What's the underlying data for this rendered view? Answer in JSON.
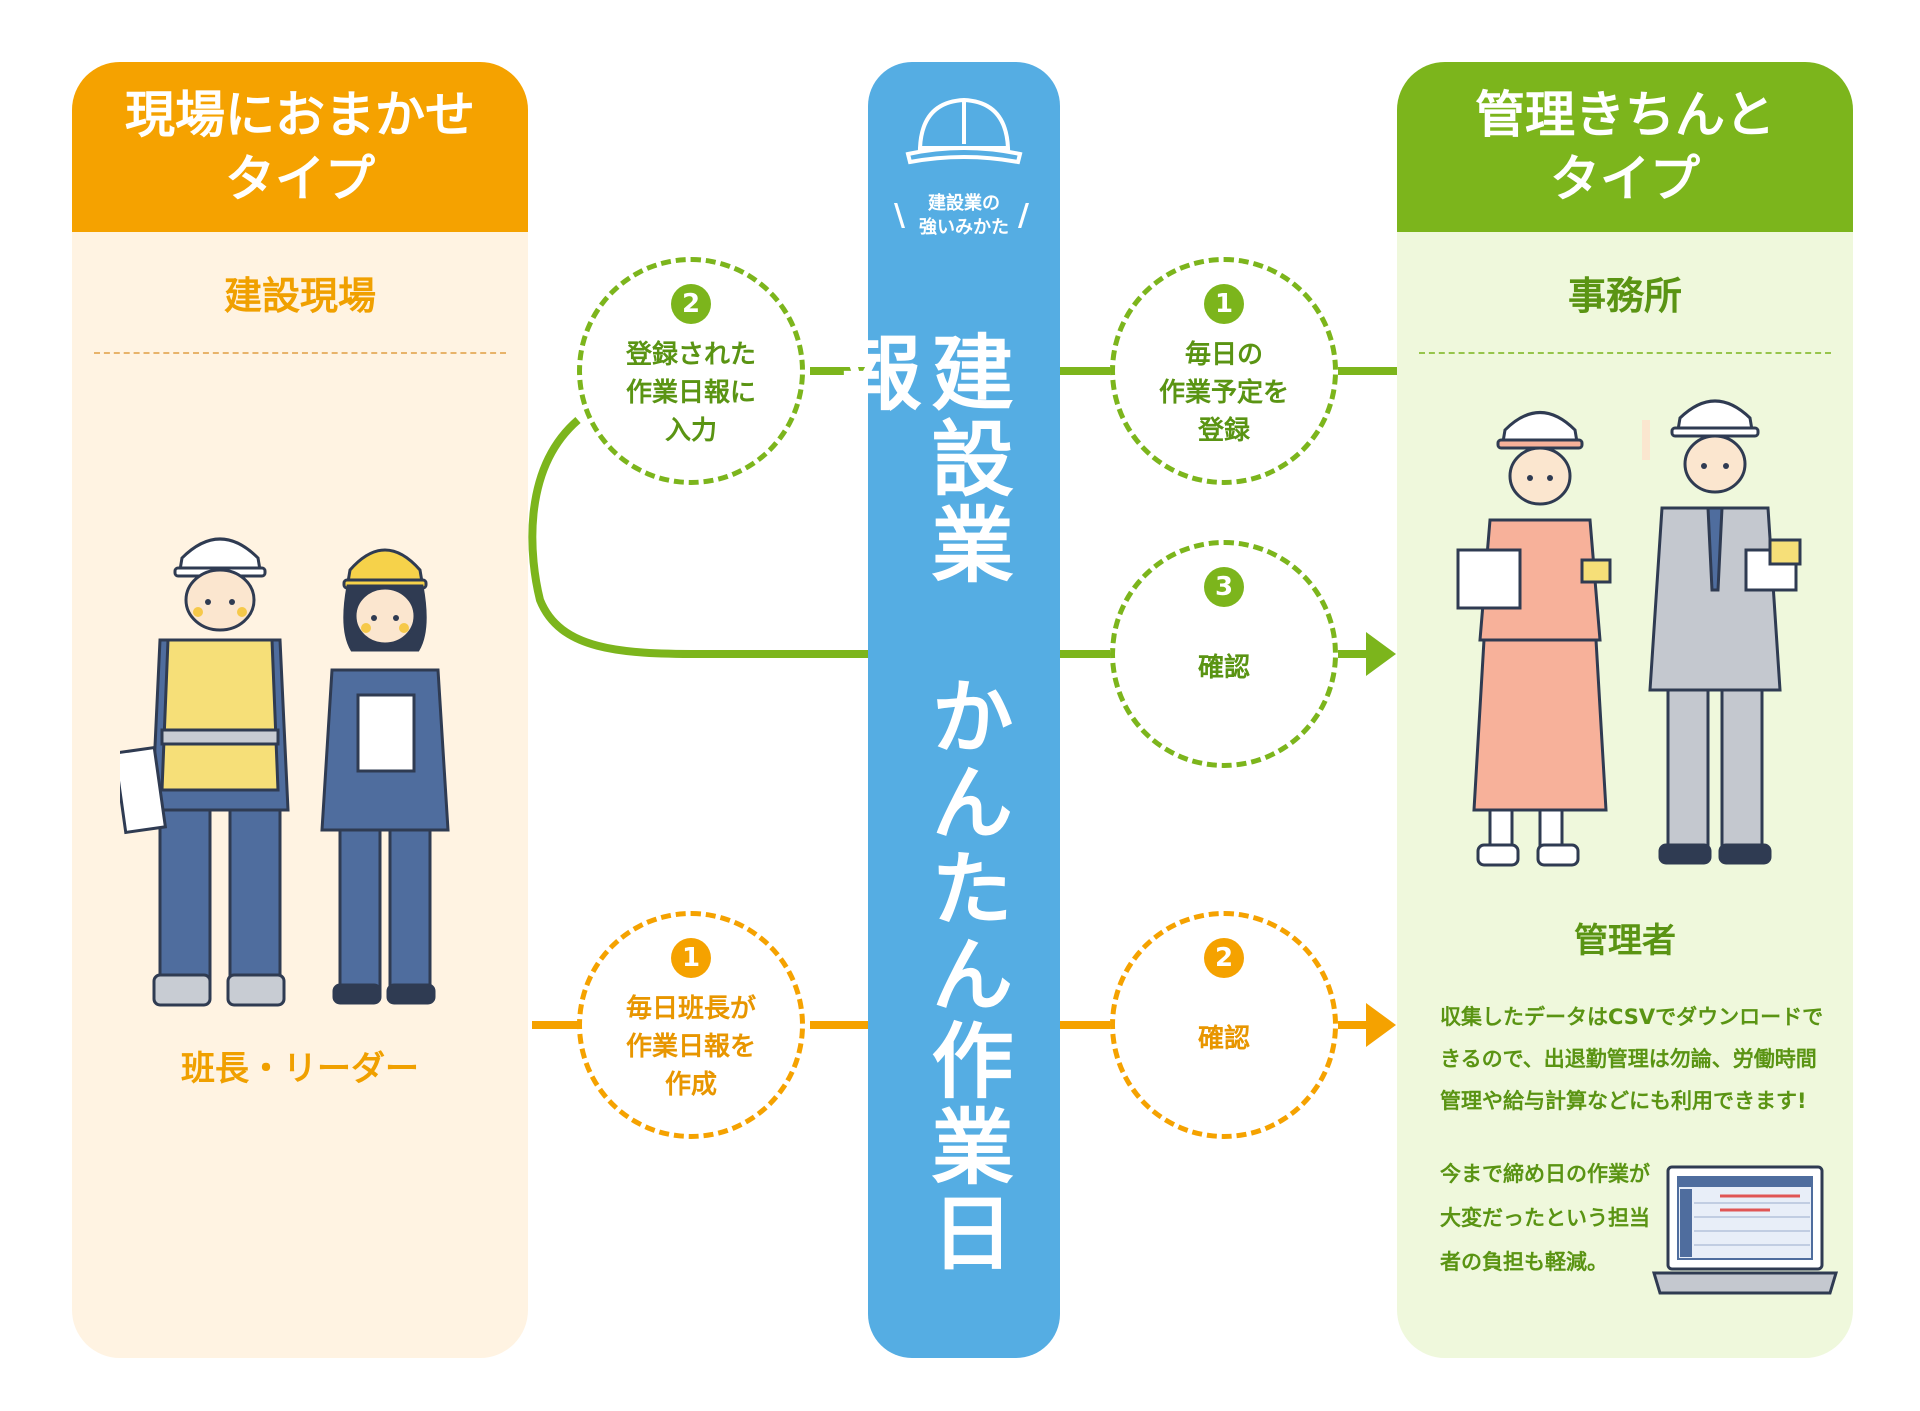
{
  "left_panel": {
    "header_line1": "現場におまかせ",
    "header_line2": "タイプ",
    "subheader": "建設現場",
    "caption": "班長・リーダー"
  },
  "center": {
    "tagline_line1": "建設業の",
    "tagline_line2": "強いみかた",
    "title": "建設業\nかんたん作業日報"
  },
  "right_panel": {
    "header_line1": "管理きちんと",
    "header_line2": "タイプ",
    "subheader": "事務所",
    "caption": "管理者",
    "description": "収集したデータはCSVでダウンロードできるので、出退勤管理は勿論、労働時間管理や給与計算などにも利用できます!",
    "description2": "今まで締め日の作業が大変だったという担当者の負担も軽減。"
  },
  "green_flow": [
    {
      "number": "❷",
      "text": "登録された\n作業日報に\n入力"
    },
    {
      "number": "❶",
      "text": "毎日の\n作業予定を\n登録"
    },
    {
      "number": "❸",
      "text": "確認"
    }
  ],
  "orange_flow": [
    {
      "number": "❶",
      "text": "毎日班長が\n作業日報を\n作成"
    },
    {
      "number": "❷",
      "text": "確認"
    }
  ],
  "colors": {
    "orange": "#f5a200",
    "green": "#7cb51c",
    "blue": "#55ade3"
  }
}
